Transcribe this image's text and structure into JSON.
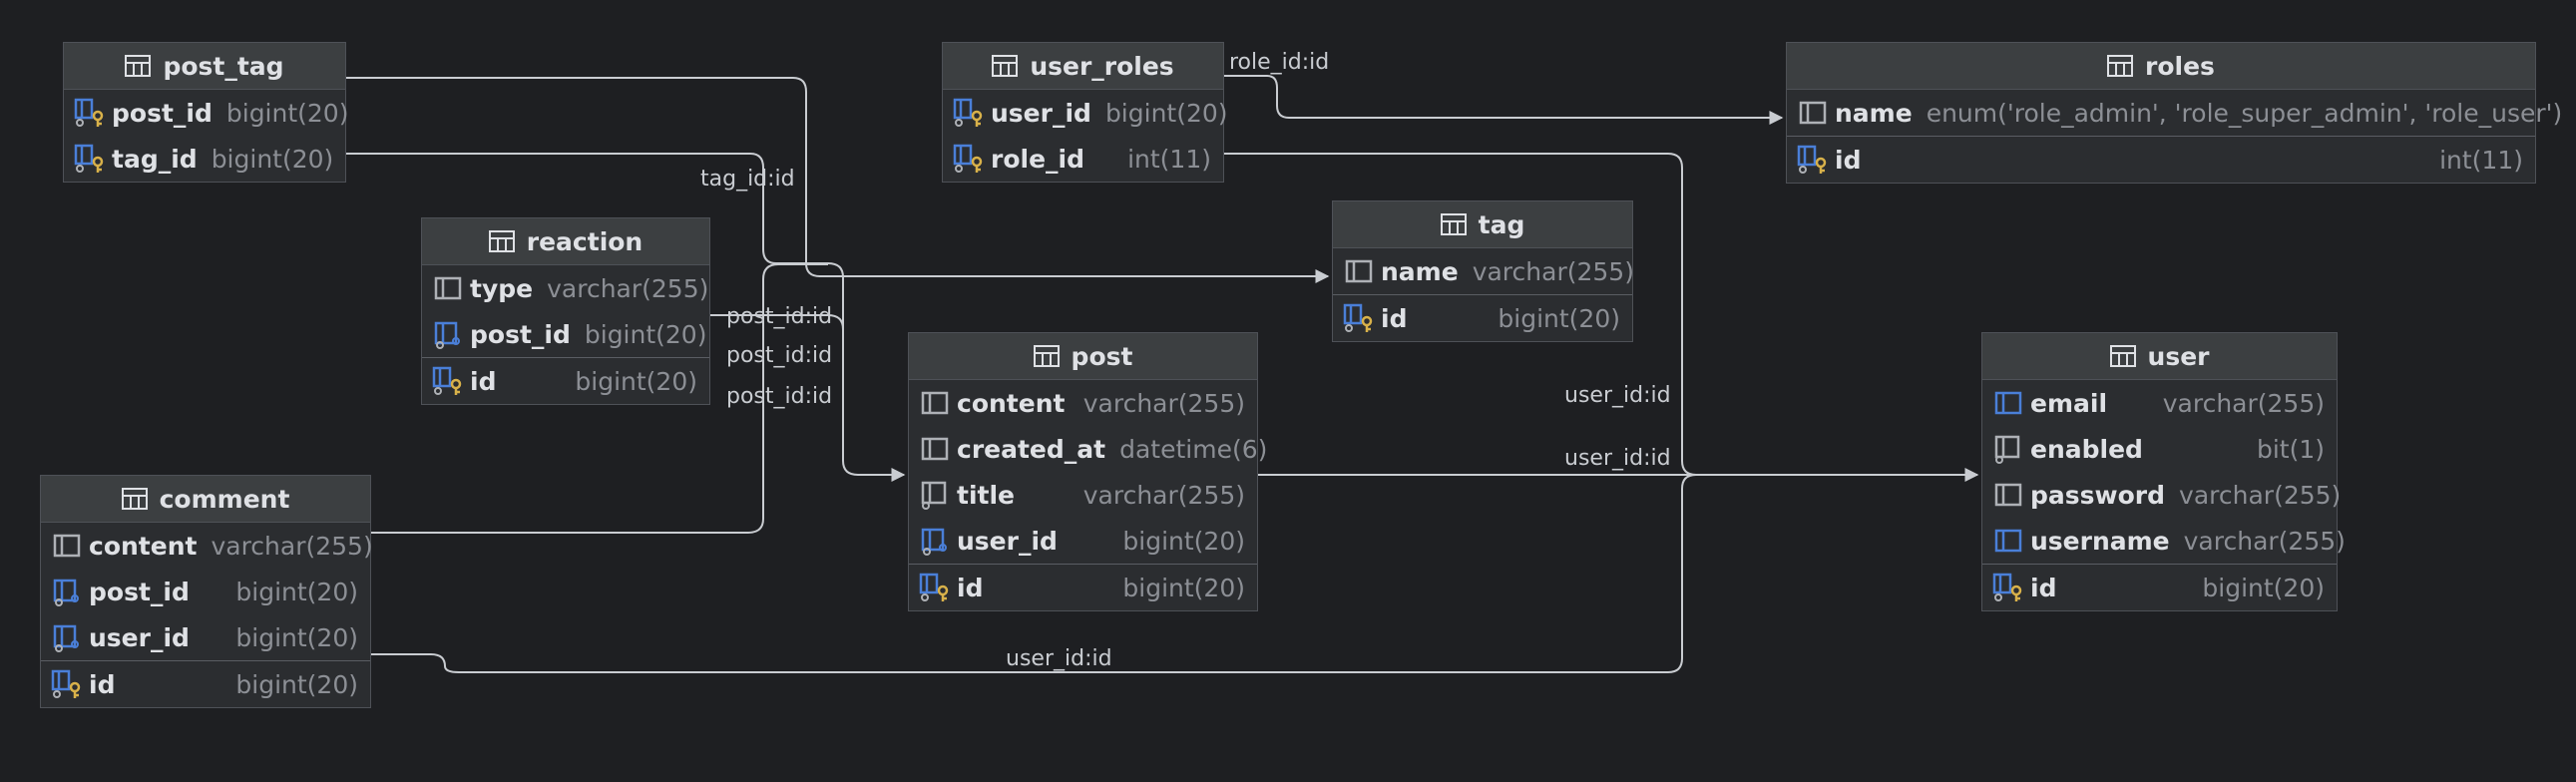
{
  "tables": {
    "post_tag": {
      "title": "post_tag",
      "columns": [
        {
          "name": "post_id",
          "type": "bigint(20)"
        },
        {
          "name": "tag_id",
          "type": "bigint(20)"
        }
      ]
    },
    "user_roles": {
      "title": "user_roles",
      "columns": [
        {
          "name": "user_id",
          "type": "bigint(20)"
        },
        {
          "name": "role_id",
          "type": "int(11)"
        }
      ]
    },
    "roles": {
      "title": "roles",
      "columns": [
        {
          "name": "name",
          "type": "enum('role_admin', 'role_super_admin', 'role_user')"
        },
        {
          "name": "id",
          "type": "int(11)"
        }
      ]
    },
    "reaction": {
      "title": "reaction",
      "columns": [
        {
          "name": "type",
          "type": "varchar(255)"
        },
        {
          "name": "post_id",
          "type": "bigint(20)"
        },
        {
          "name": "id",
          "type": "bigint(20)"
        }
      ]
    },
    "tag": {
      "title": "tag",
      "columns": [
        {
          "name": "name",
          "type": "varchar(255)"
        },
        {
          "name": "id",
          "type": "bigint(20)"
        }
      ]
    },
    "post": {
      "title": "post",
      "columns": [
        {
          "name": "content",
          "type": "varchar(255)"
        },
        {
          "name": "created_at",
          "type": "datetime(6)"
        },
        {
          "name": "title",
          "type": "varchar(255)"
        },
        {
          "name": "user_id",
          "type": "bigint(20)"
        },
        {
          "name": "id",
          "type": "bigint(20)"
        }
      ]
    },
    "user": {
      "title": "user",
      "columns": [
        {
          "name": "email",
          "type": "varchar(255)"
        },
        {
          "name": "enabled",
          "type": "bit(1)"
        },
        {
          "name": "password",
          "type": "varchar(255)"
        },
        {
          "name": "username",
          "type": "varchar(255)"
        },
        {
          "name": "id",
          "type": "bigint(20)"
        }
      ]
    },
    "comment": {
      "title": "comment",
      "columns": [
        {
          "name": "content",
          "type": "varchar(255)"
        },
        {
          "name": "post_id",
          "type": "bigint(20)"
        },
        {
          "name": "user_id",
          "type": "bigint(20)"
        },
        {
          "name": "id",
          "type": "bigint(20)"
        }
      ]
    }
  },
  "relations": {
    "user_roles_roles": "role_id:id",
    "post_tag_tag": "tag_id:id",
    "reaction_post": "post_id:id",
    "comment_post": "post_id:id",
    "post_tag_post": "post_id:id",
    "user_roles_user": "user_id:id",
    "post_user": "user_id:id",
    "comment_user": "user_id:id"
  },
  "colors": {
    "background": "#1e1f22",
    "table_fill": "#2b2d30",
    "header_fill": "#3c3f41",
    "border": "#4e5157",
    "edge": "#c9ccd1",
    "fk_icon": "#4a7fd8",
    "pk_icon": "#d8b14a"
  },
  "icons": {
    "table": "table-icon",
    "column": "column-icon",
    "foreign_key": "foreign-key-icon",
    "primary_key": "primary-key-icon",
    "index": "index-column-icon"
  }
}
